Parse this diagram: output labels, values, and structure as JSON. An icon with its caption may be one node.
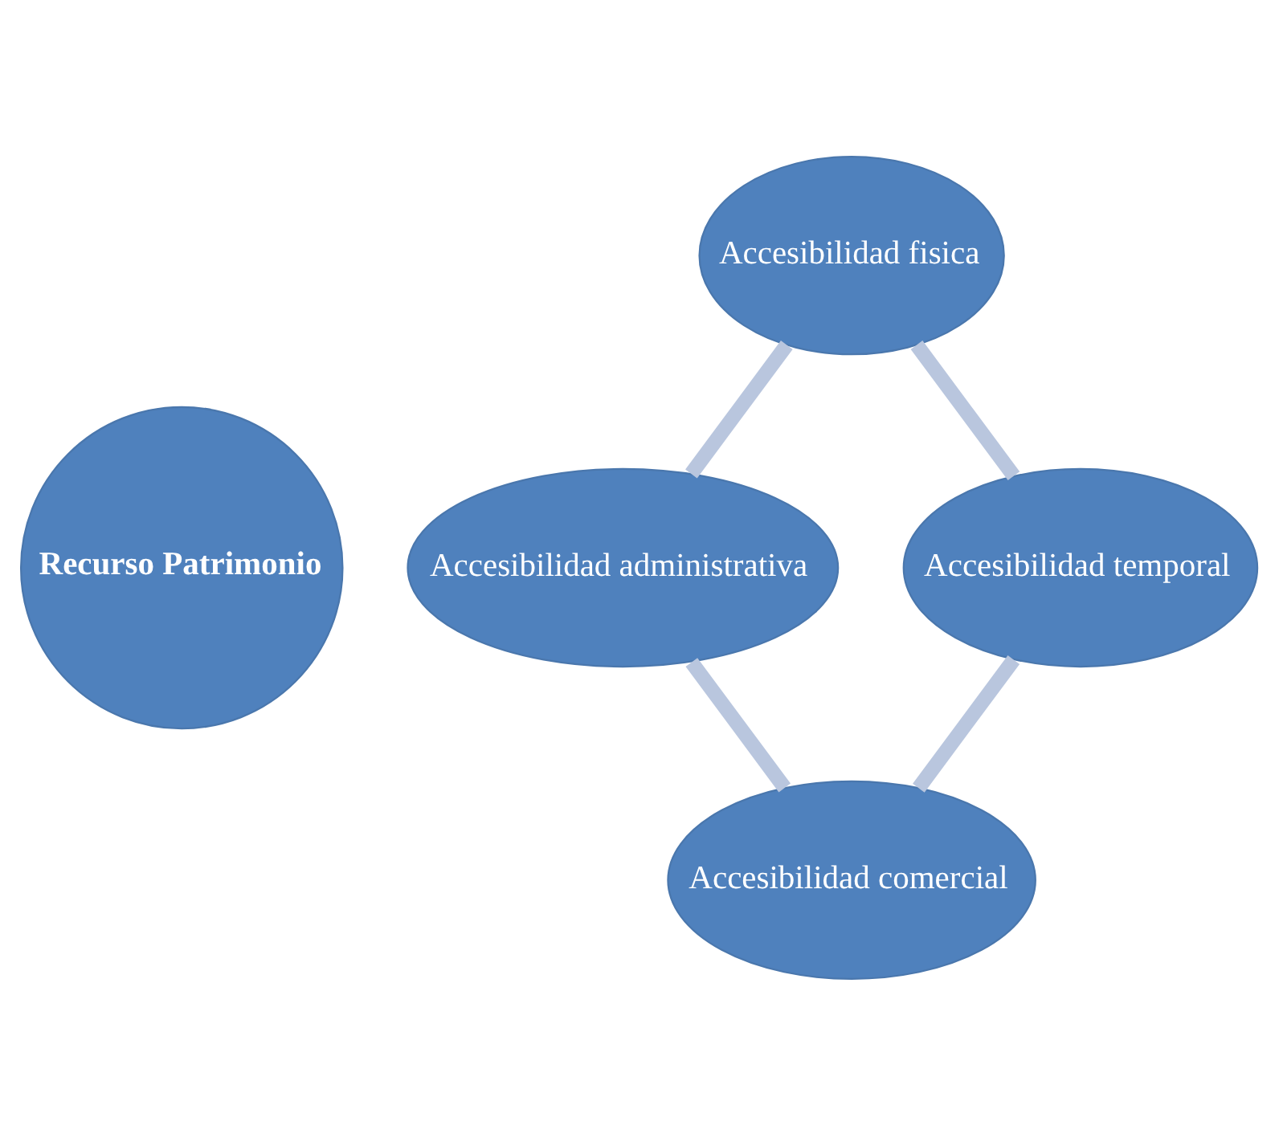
{
  "diagram": {
    "nodes": [
      {
        "text": [
          "Recurso Patrimonio"
        ]
      },
      {
        "text": [
          "Accesibilidad fisica"
        ]
      },
      {
        "text": [
          "Accesibilidad administrativa"
        ]
      },
      {
        "text": [
          "Accesibilidad comercial"
        ]
      },
      {
        "text": [
          "Accesibilidad temporal"
        ]
      }
    ],
    "edges": [
      {
        "from": 1,
        "to": 2,
        "arrow": "none"
      },
      {
        "from": 2,
        "to": 3,
        "arrow": "none"
      },
      {
        "from": 4,
        "to": 3,
        "arrow": "none"
      },
      {
        "from": 1,
        "to": 4,
        "arrow": "none"
      }
    ]
  }
}
